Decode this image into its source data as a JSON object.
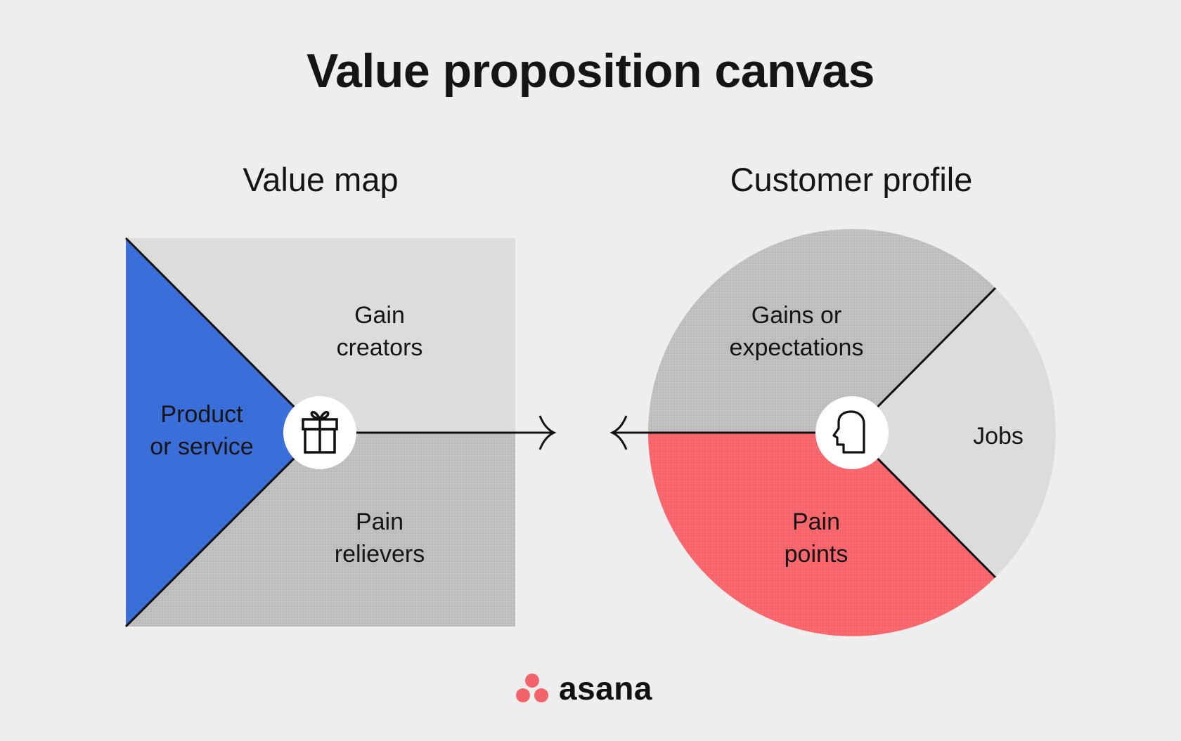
{
  "title": "Value proposition canvas",
  "value_map": {
    "heading": "Value map",
    "icon": "gift-icon",
    "sections": {
      "product": "Product\nor service",
      "product_lines": [
        "Product",
        "or service"
      ],
      "gain_creators_lines": [
        "Gain",
        "creators"
      ],
      "pain_relievers_lines": [
        "Pain",
        "relievers"
      ]
    },
    "colors": {
      "product": "#3a6ed8",
      "gain_creators": "#dcdcdc",
      "pain_relievers": "#bdbcbc"
    }
  },
  "customer_profile": {
    "heading": "Customer profile",
    "icon": "head-profile-icon",
    "sections": {
      "gains_lines": [
        "Gains or",
        "expectations"
      ],
      "jobs": "Jobs",
      "pain_points_lines": [
        "Pain",
        "points"
      ]
    },
    "colors": {
      "gains": "#bebdbd",
      "jobs": "#dddcdc",
      "pain_points": "#f9646a"
    }
  },
  "connector": {
    "left_arrow": "arrow-right-icon",
    "right_arrow": "arrow-left-icon"
  },
  "brand": {
    "name": "asana",
    "logo_color": "#f2646a"
  }
}
